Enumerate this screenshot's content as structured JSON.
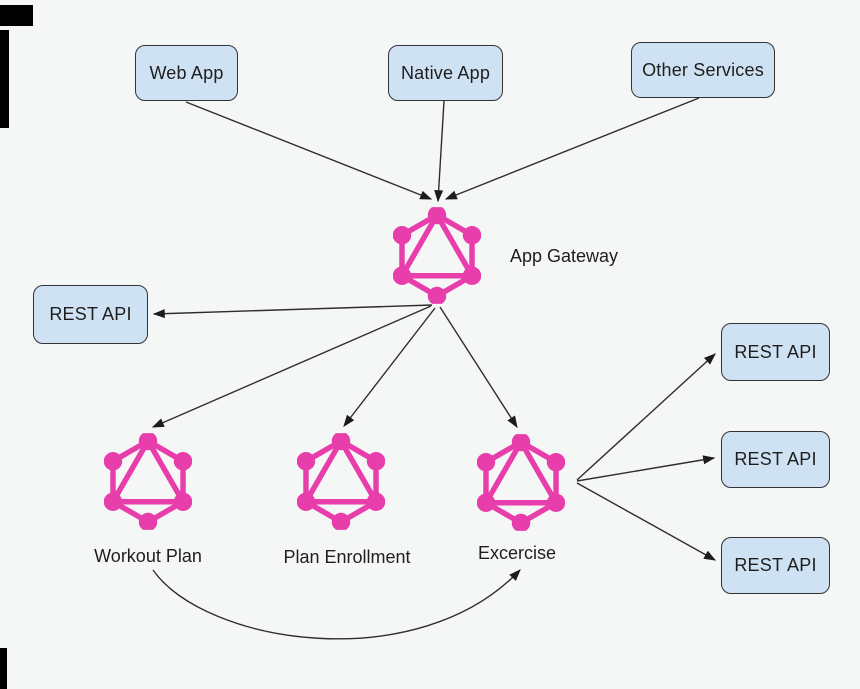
{
  "diagram": {
    "background_color": "#f5f6f6",
    "colors": {
      "node_fill": "#cfe2f3",
      "node_border": "#333333",
      "graphql_pink": "#e83eac",
      "arrow": "#2e2e2e",
      "artifact_bars": "#000000",
      "text": "#1e1e1e"
    },
    "icons": {
      "graphql": "graphql-hexagon-logo"
    },
    "nodes": {
      "web_app": {
        "label": "Web App"
      },
      "native_app": {
        "label": "Native App"
      },
      "other_services": {
        "label": "Other Services"
      },
      "app_gateway": {
        "label": "App Gateway"
      },
      "rest_api_left": {
        "label": "REST API"
      },
      "workout_plan": {
        "label": "Workout Plan"
      },
      "plan_enrollment": {
        "label": "Plan Enrollment"
      },
      "excercise": {
        "label": "Excercise"
      },
      "rest_api_right_1": {
        "label": "REST API"
      },
      "rest_api_right_2": {
        "label": "REST API"
      },
      "rest_api_right_3": {
        "label": "REST API"
      }
    },
    "edges": [
      {
        "from": "web_app",
        "to": "app_gateway"
      },
      {
        "from": "native_app",
        "to": "app_gateway"
      },
      {
        "from": "other_services",
        "to": "app_gateway"
      },
      {
        "from": "app_gateway",
        "to": "rest_api_left"
      },
      {
        "from": "app_gateway",
        "to": "workout_plan"
      },
      {
        "from": "app_gateway",
        "to": "plan_enrollment"
      },
      {
        "from": "app_gateway",
        "to": "excercise"
      },
      {
        "from": "excercise",
        "to": "rest_api_right_1"
      },
      {
        "from": "excercise",
        "to": "rest_api_right_2"
      },
      {
        "from": "excercise",
        "to": "rest_api_right_3"
      },
      {
        "from": "workout_plan",
        "to": "excercise",
        "style": "curved"
      }
    ]
  }
}
